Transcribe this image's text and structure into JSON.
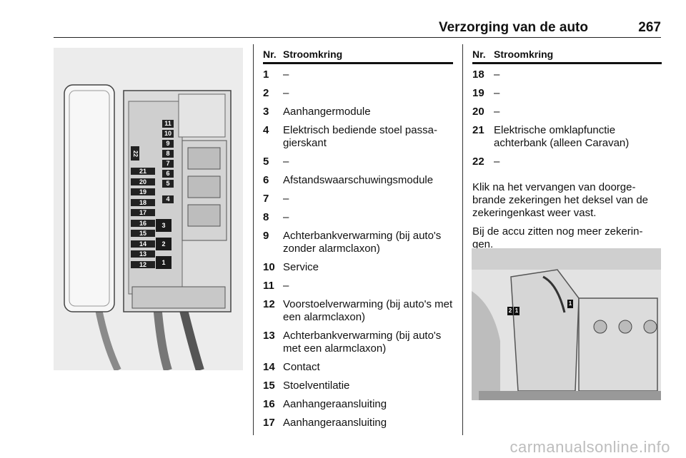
{
  "header": {
    "title": "Verzorging van de auto",
    "page_number": "267"
  },
  "table_left": {
    "col_nr": "Nr.",
    "col_circuit": "Stroomkring",
    "rows": [
      {
        "nr": "1",
        "text": "–"
      },
      {
        "nr": "2",
        "text": "–"
      },
      {
        "nr": "3",
        "text": "Aanhangermodule"
      },
      {
        "nr": "4",
        "text": "Elektrisch bediende stoel passa-gierskant"
      },
      {
        "nr": "5",
        "text": "–"
      },
      {
        "nr": "6",
        "text": "Afstandswaarschuwingsmodule"
      },
      {
        "nr": "7",
        "text": "–"
      },
      {
        "nr": "8",
        "text": "–"
      },
      {
        "nr": "9",
        "text": "Achterbankverwarming (bij auto's zonder alarmclaxon)"
      },
      {
        "nr": "10",
        "text": "Service"
      },
      {
        "nr": "11",
        "text": "–"
      },
      {
        "nr": "12",
        "text": "Voorstoelverwarming (bij auto's met een alarmclaxon)"
      },
      {
        "nr": "13",
        "text": "Achterbankverwarming (bij auto's met een alarmclaxon)"
      },
      {
        "nr": "14",
        "text": "Contact"
      },
      {
        "nr": "15",
        "text": "Stoelventilatie"
      },
      {
        "nr": "16",
        "text": "Aanhangeraansluiting"
      },
      {
        "nr": "17",
        "text": "Aanhangeraansluiting"
      }
    ]
  },
  "table_right": {
    "col_nr": "Nr.",
    "col_circuit": "Stroomkring",
    "rows": [
      {
        "nr": "18",
        "text": "–"
      },
      {
        "nr": "19",
        "text": "–"
      },
      {
        "nr": "20",
        "text": "–"
      },
      {
        "nr": "21",
        "text": "Elektrische omklapfunctie achterbank (alleen Caravan)"
      },
      {
        "nr": "22",
        "text": "–"
      }
    ]
  },
  "paragraphs": [
    "Klik na het vervangen van doorge-brande zekeringen het deksel van de zekeringenkast weer vast.",
    "Bij de accu zitten nog meer zekerin-gen."
  ],
  "fuse_labels": {
    "left_column": [
      "21",
      "20",
      "19",
      "18",
      "17",
      "16",
      "15",
      "14",
      "13",
      "12"
    ],
    "right_column": [
      "11",
      "10",
      "9",
      "8",
      "7",
      "6",
      "5",
      "4"
    ],
    "vertical": "22",
    "large": [
      "3",
      "2",
      "1"
    ]
  },
  "battery_fuse_labels": [
    "2",
    "1",
    "1"
  ],
  "watermark": "carmanualsonline.info"
}
